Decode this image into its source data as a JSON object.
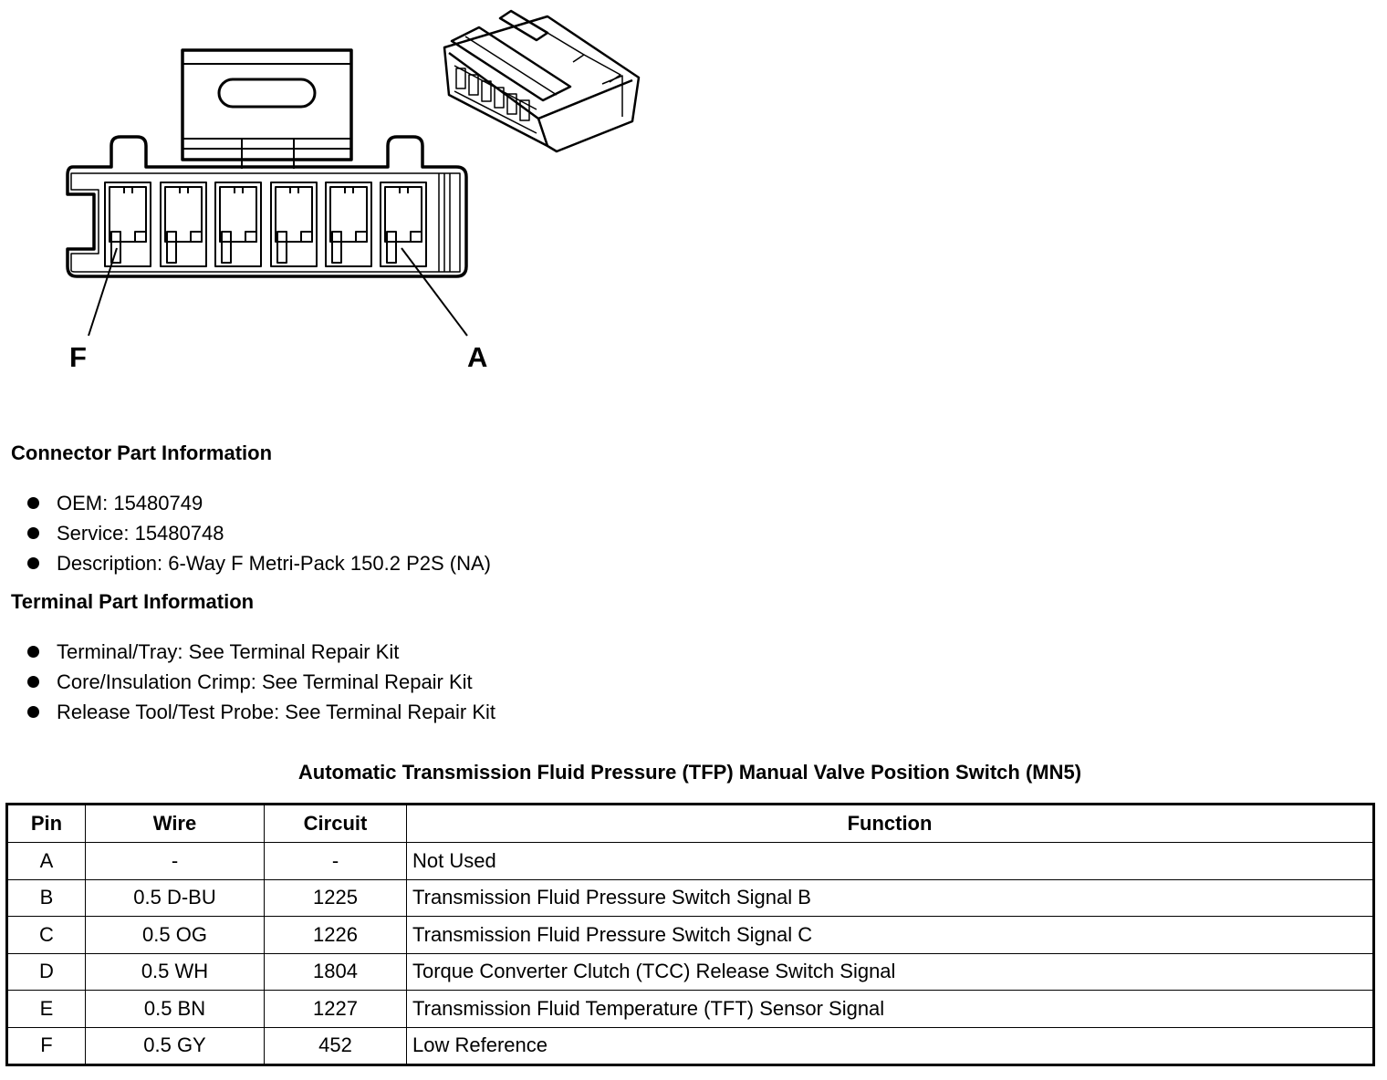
{
  "diagram": {
    "pin_labels": {
      "left": "F",
      "right": "A"
    }
  },
  "connector_info": {
    "heading": "Connector Part Information",
    "items": [
      "OEM: 15480749",
      "Service: 15480748",
      "Description: 6-Way F Metri-Pack 150.2 P2S (NA)"
    ]
  },
  "terminal_info": {
    "heading": "Terminal Part Information",
    "items": [
      "Terminal/Tray: See Terminal Repair Kit",
      "Core/Insulation Crimp: See Terminal Repair Kit",
      "Release Tool/Test Probe: See Terminal Repair Kit"
    ]
  },
  "table": {
    "title": "Automatic Transmission Fluid Pressure (TFP) Manual Valve Position Switch (MN5)",
    "headers": [
      "Pin",
      "Wire",
      "Circuit",
      "Function"
    ],
    "rows": [
      [
        "A",
        "-",
        "-",
        "Not Used"
      ],
      [
        "B",
        "0.5 D-BU",
        "1225",
        "Transmission Fluid Pressure Switch Signal B"
      ],
      [
        "C",
        "0.5 OG",
        "1226",
        "Transmission Fluid Pressure Switch Signal C"
      ],
      [
        "D",
        "0.5 WH",
        "1804",
        "Torque Converter Clutch (TCC) Release Switch Signal"
      ],
      [
        "E",
        "0.5 BN",
        "1227",
        "Transmission Fluid Temperature (TFT) Sensor Signal"
      ],
      [
        "F",
        "0.5 GY",
        "452",
        "Low Reference"
      ]
    ]
  }
}
